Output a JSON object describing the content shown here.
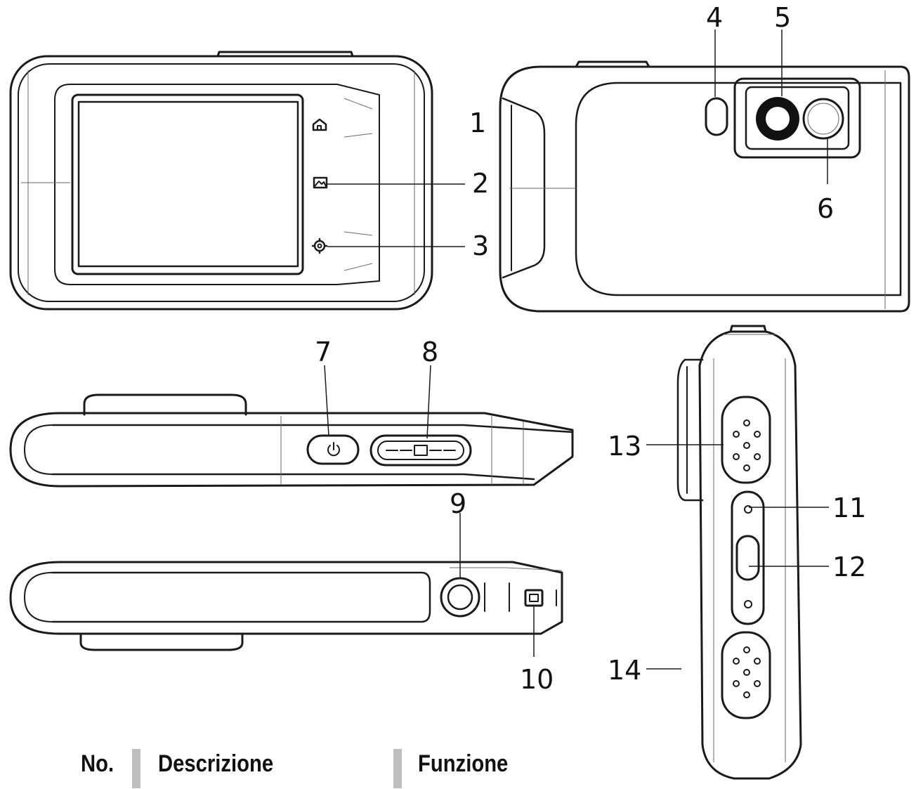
{
  "callouts": {
    "c1": "1",
    "c2": "2",
    "c3": "3",
    "c4": "4",
    "c5": "5",
    "c6": "6",
    "c7": "7",
    "c8": "8",
    "c9": "9",
    "c10": "10",
    "c11": "11",
    "c12": "12",
    "c13": "13",
    "c14": "14"
  },
  "table_header": {
    "col_no": "No.",
    "col_description": "Descrizione",
    "col_function": "Funzione"
  },
  "colors": {
    "line": "#1a1a1a",
    "header_divider": "#bfbfbf"
  }
}
